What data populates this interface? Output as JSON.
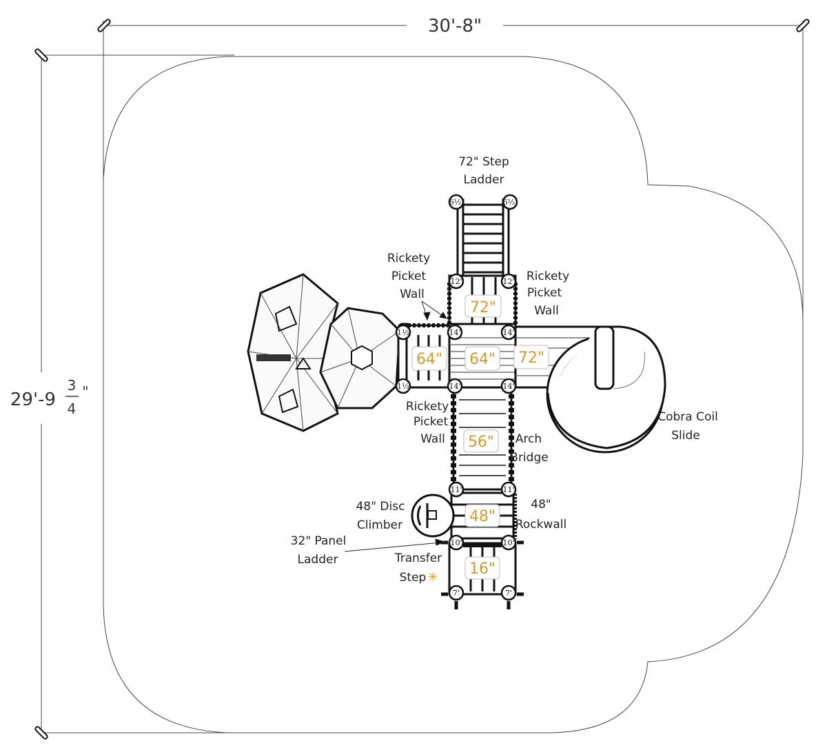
{
  "dimensions": {
    "width": "30'-8\"",
    "depth_main": "29'-9",
    "depth_num": "3",
    "depth_den": "4",
    "depth_unit": "\""
  },
  "components": {
    "step_ladder": [
      "72\" Step",
      "Ladder"
    ],
    "picket_wall_top_left": [
      "Rickety",
      "Picket",
      "Wall"
    ],
    "picket_wall_top_right": [
      "Rickety",
      "Picket",
      "Wall"
    ],
    "picket_wall_bottom": [
      "Rickety",
      "Picket",
      "Wall"
    ],
    "arch_bridge": [
      "Arch",
      "Bridge"
    ],
    "cobra_slide": [
      "Cobra Coil",
      "Slide"
    ],
    "disc_climber": [
      "48\" Disc",
      "Climber"
    ],
    "rockwall": [
      "48\"",
      "Rockwall"
    ],
    "panel_ladder": [
      "32\" Panel",
      "Ladder"
    ],
    "transfer_step": [
      "Transfer",
      "Step"
    ]
  },
  "deck_heights": {
    "top": "72\"",
    "left": "64\"",
    "center": "64\"",
    "right": "72\"",
    "bridge": "56\"",
    "lower": "48\"",
    "bottom": "16\""
  },
  "posts": {
    "ladder": "6½'",
    "top": "12'",
    "center": "14'",
    "left": "1½",
    "bridge": "11'",
    "lower": "10'",
    "bottom": "7'"
  },
  "colors": {
    "accent": "#d39a2c",
    "line": "#111111"
  }
}
